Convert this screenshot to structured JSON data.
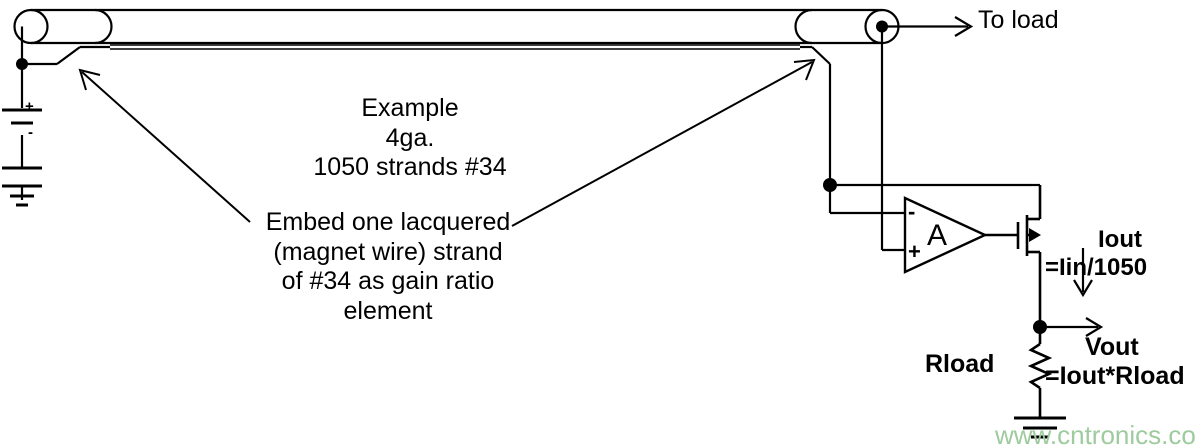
{
  "diagram": {
    "title_texts": {
      "to_load": "To load",
      "example_block": "Example\n4ga.\n1050 strands #34",
      "embed_block": "Embed one lacquered\n(magnet wire) strand\nof #34 as gain ratio\nelement",
      "iout_label": "Iout",
      "iout_formula": "=Iin/1050",
      "rload_label": "Rload",
      "vout_label": "Vout",
      "vout_formula": "=Iout*Rload",
      "opamp_label": "A",
      "opamp_minus": "-",
      "opamp_plus": "+",
      "battery_plus": "+",
      "battery_minus": "-"
    },
    "watermark": "www.cntronics.com",
    "colors": {
      "stroke": "#000000",
      "background": "#ffffff",
      "watermark": "#9ecb9e"
    },
    "components": {
      "battery": "battery-symbol",
      "ground_left": "ground-symbol",
      "ground_right": "ground-symbol",
      "cable": "thick-cable-bundle",
      "cable_end_left": "cable-cross-section-circle",
      "cable_end_right": "cable-cross-section-circle",
      "opamp": "operational-amplifier",
      "mosfet": "n-channel-mosfet",
      "resistor": "resistor-zigzag",
      "junction_left": "junction-dot",
      "junction_right": "junction-dot",
      "junction_feedback": "junction-dot",
      "junction_output": "junction-dot",
      "arrow_to_load": "arrow-right",
      "arrow_iout": "arrow-down",
      "arrow_vout": "arrow-right",
      "callout_arrow_left": "annotation-arrow",
      "callout_arrow_right": "annotation-arrow"
    }
  }
}
